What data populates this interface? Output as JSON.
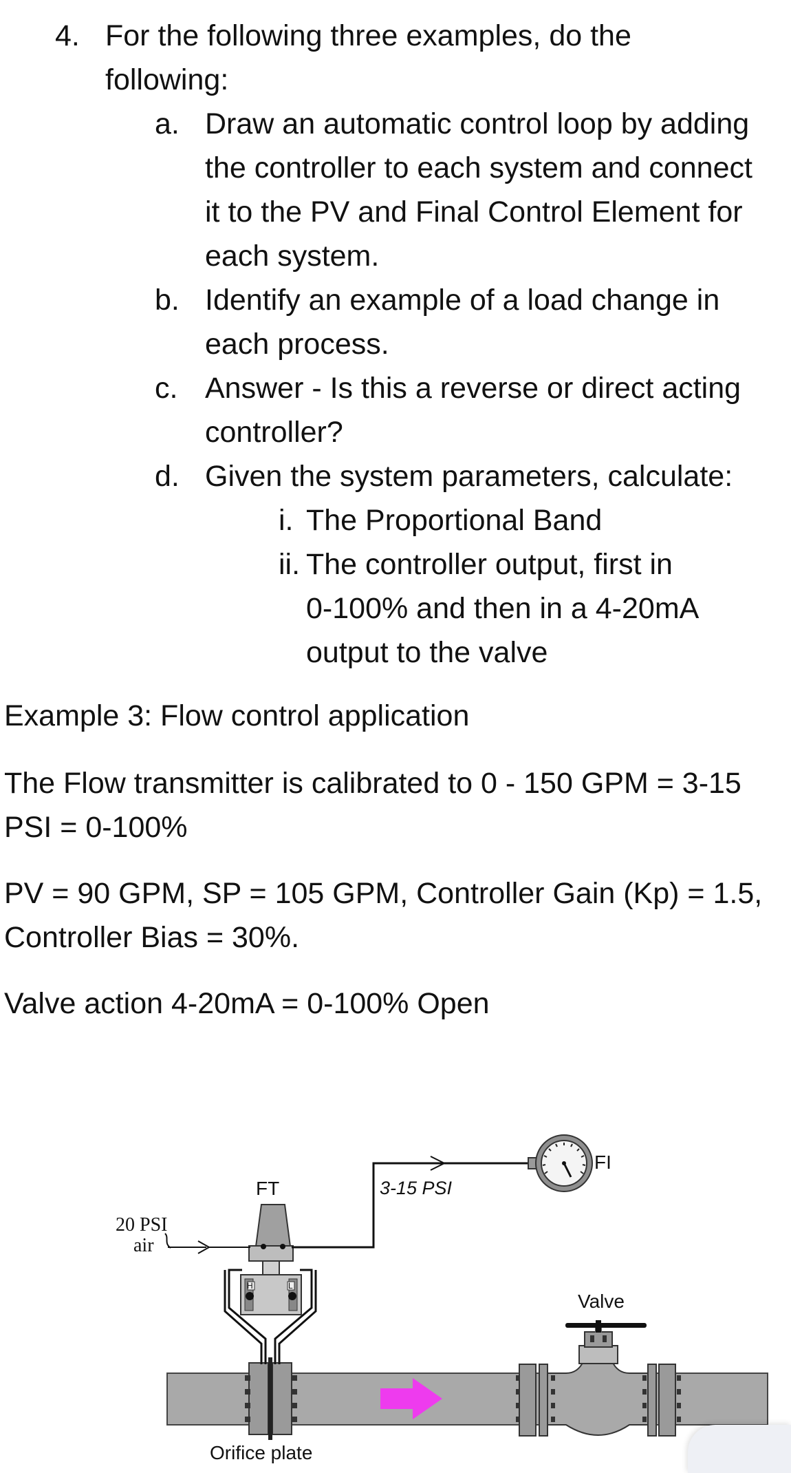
{
  "question": {
    "number": "4.",
    "stem_lines": [
      "For the following three examples, do the",
      "following:"
    ],
    "items": [
      {
        "label": "a.",
        "lines": [
          "Draw an automatic control loop by adding",
          "the controller to each system and connect",
          "it to the PV and Final Control Element for",
          "each system."
        ]
      },
      {
        "label": "b.",
        "lines": [
          "Identify an example of a load change in",
          "each process."
        ]
      },
      {
        "label": "c.",
        "lines": [
          "Answer - Is this a reverse or direct acting",
          "controller?"
        ]
      },
      {
        "label": "d.",
        "lines": [
          "Given the system parameters, calculate:"
        ]
      }
    ],
    "subitems": [
      {
        "label": "i.",
        "lines": [
          "The Proportional Band"
        ]
      },
      {
        "label": "ii.",
        "lines": [
          "The controller output, first in",
          "0-100% and then in a 4-20mA",
          "output to the valve"
        ]
      }
    ]
  },
  "example": {
    "title": "Example 3: Flow control application",
    "para1": [
      "The Flow transmitter is calibrated to 0 - 150 GPM = 3-15",
      "PSI = 0-100%"
    ],
    "para2": [
      "PV = 90 GPM, SP = 105 GPM, Controller Gain (Kp) = 1.5,",
      "Controller Bias = 30%."
    ],
    "para3": [
      "Valve action 4-20mA = 0-100% Open"
    ]
  },
  "diagram": {
    "ft_label": "FT",
    "signal_label": "3-15 PSI",
    "fi_label": "FI",
    "air_label_1": "20 PSI",
    "air_label_2": "air",
    "valve_label": "Valve",
    "orifice_label": "Orifice plate",
    "h_label": "H",
    "l_label": "L",
    "colors": {
      "pipe": "#a9a9a9",
      "flow_arrow": "#ee3bee",
      "body": "#c8c8c8"
    }
  }
}
